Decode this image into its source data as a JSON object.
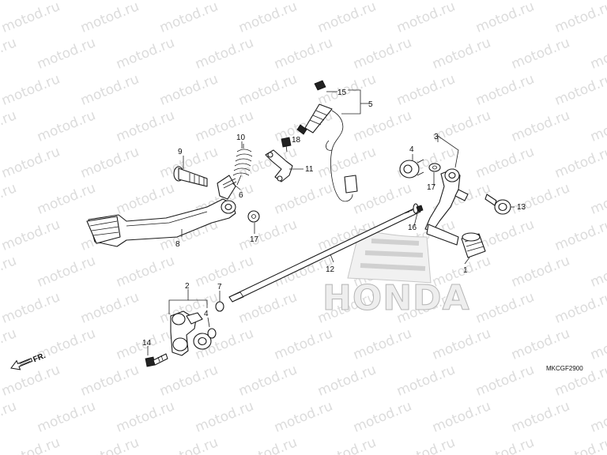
{
  "watermark": {
    "text": "motod.ru"
  },
  "brand": {
    "logo_text": "HONDA"
  },
  "diagram": {
    "code": "MKCGF2900",
    "front_marker": "FR.",
    "callouts": [
      "1",
      "2",
      "3",
      "4",
      "4",
      "5",
      "6",
      "7",
      "8",
      "9",
      "10",
      "11",
      "12",
      "13",
      "14",
      "15",
      "16",
      "17",
      "17",
      "17",
      "18"
    ]
  }
}
